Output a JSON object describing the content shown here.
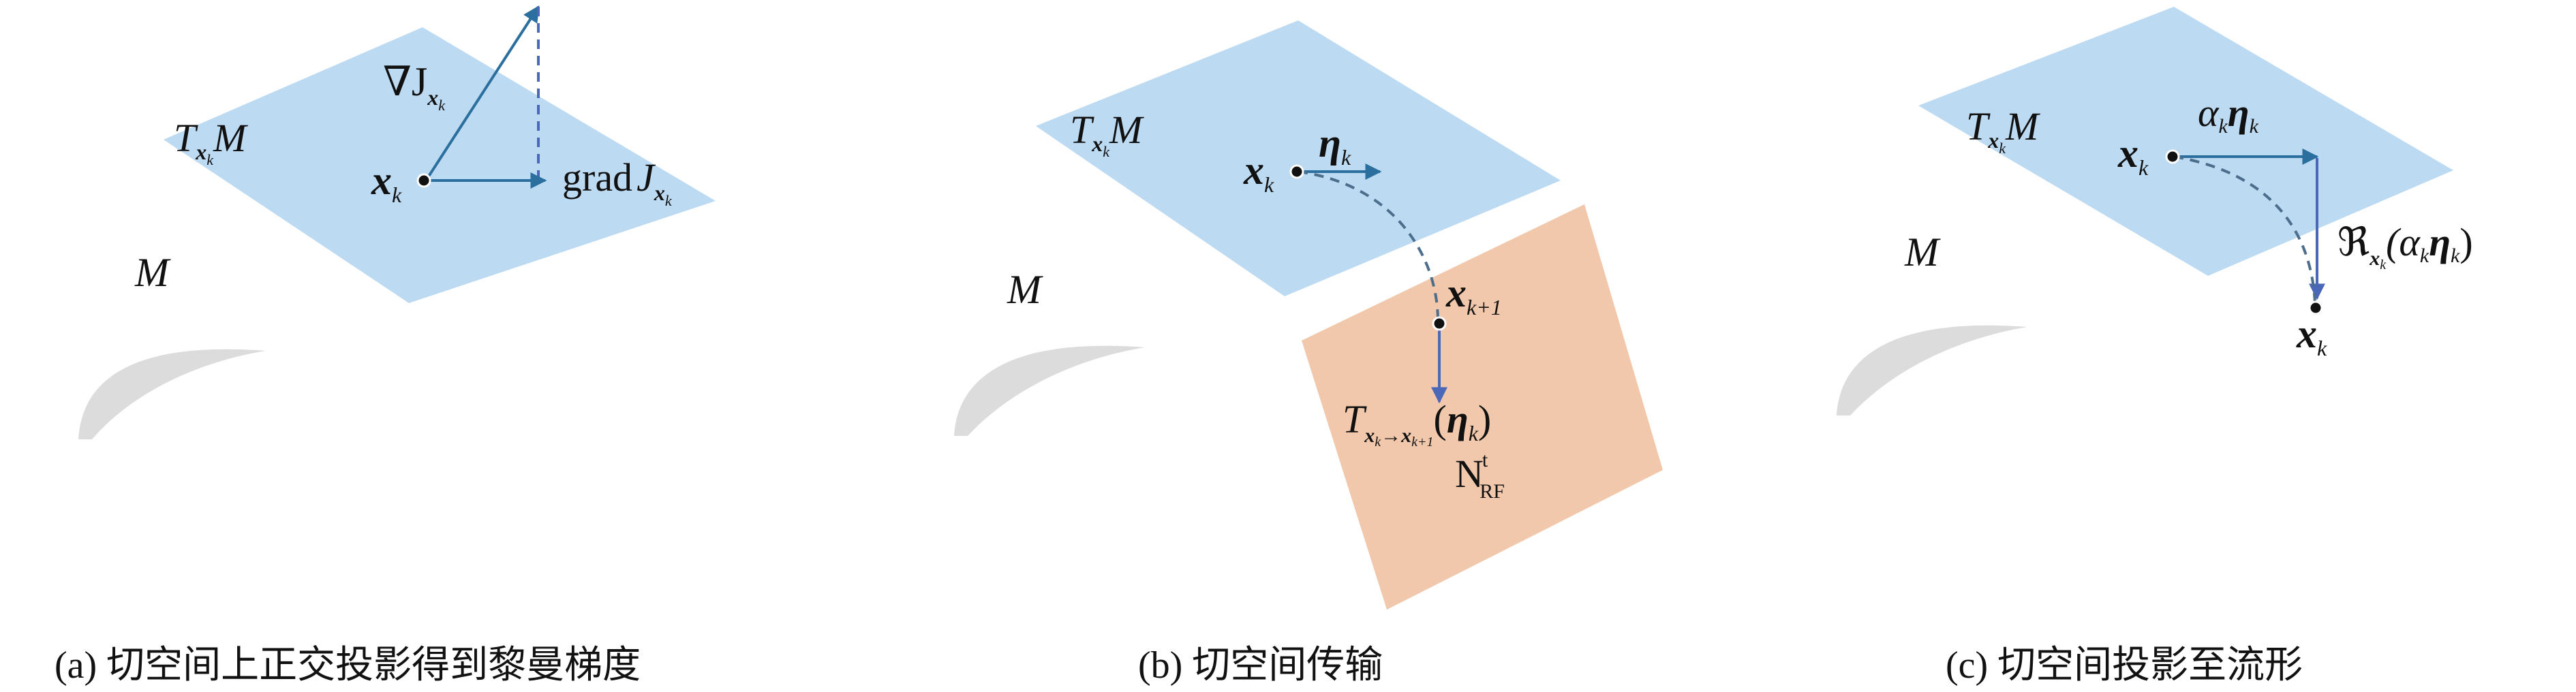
{
  "colors": {
    "tangent_plane": "#bcdaf2",
    "transport_plane": "#f1c8ab",
    "manifold": "#dcdcdc",
    "arrow": "#2a6f9e",
    "arrow_alt": "#4a67b8",
    "dashed": "#4c6e8c"
  },
  "panels": [
    {
      "caption": "(a) 切空间上正交投影得到黎曼梯度",
      "tangent_space": "T",
      "tangent_sub": "x",
      "tangent_subsub": "k",
      "manifold": "M",
      "manifold_label": "M",
      "grad_symbol": "∇J",
      "grad_sub": "x",
      "grad_subsub": "k",
      "point": "x",
      "point_sub": "k",
      "rgrad": "grad",
      "rgrad_J": "J",
      "rgrad_sub": "x",
      "rgrad_subsub": "k"
    },
    {
      "caption": "(b) 切空间传输",
      "tangent_space": "T",
      "tangent_sub": "x",
      "tangent_subsub": "k",
      "manifold": "M",
      "manifold_label": "M",
      "point": "x",
      "point_sub": "k",
      "eta": "η",
      "eta_sub": "k",
      "next_point": "x",
      "next_sub": "k+1",
      "transport": "T",
      "transport_sub": "x",
      "transport_sub_k": "k",
      "transport_arrow": "→",
      "transport_sub2": "x",
      "transport_sub2_k": "k+1",
      "transport_arg_open": "(",
      "transport_eta": "η",
      "transport_eta_sub": "k",
      "transport_arg_close": ")",
      "nrf": "N",
      "nrf_sup": "t",
      "nrf_sub": "RF"
    },
    {
      "caption": "(c) 切空间投影至流形",
      "tangent_space": "T",
      "tangent_sub": "x",
      "tangent_subsub": "k",
      "manifold": "M",
      "manifold_label": "M",
      "point": "x",
      "point_sub": "k",
      "step_alpha": "α",
      "step_alpha_sub": "k",
      "step_eta": "η",
      "step_eta_sub": "k",
      "retraction": "ℜ",
      "retraction_sub": "x",
      "retraction_subsub": "k",
      "retraction_open": "(α",
      "retraction_a_sub": "k",
      "retraction_eta": "η",
      "retraction_eta_sub": "k",
      "retraction_close": ")",
      "result_point": "x",
      "result_sub": "k"
    }
  ]
}
